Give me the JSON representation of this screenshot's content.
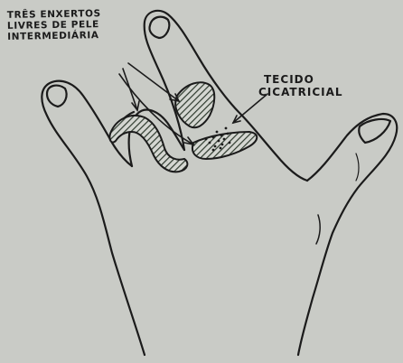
{
  "labels": {
    "grafts": [
      "TRÊS ENXERTOS",
      "LIVRES DE PELE",
      "INTERMEDIÁRIA"
    ],
    "scar": [
      "TECIDO",
      "CICATRICIAL"
    ]
  },
  "colors": {
    "background": "#c9cbc6",
    "ink": "#1b1b1b",
    "hatch": "#2e3a2e"
  }
}
